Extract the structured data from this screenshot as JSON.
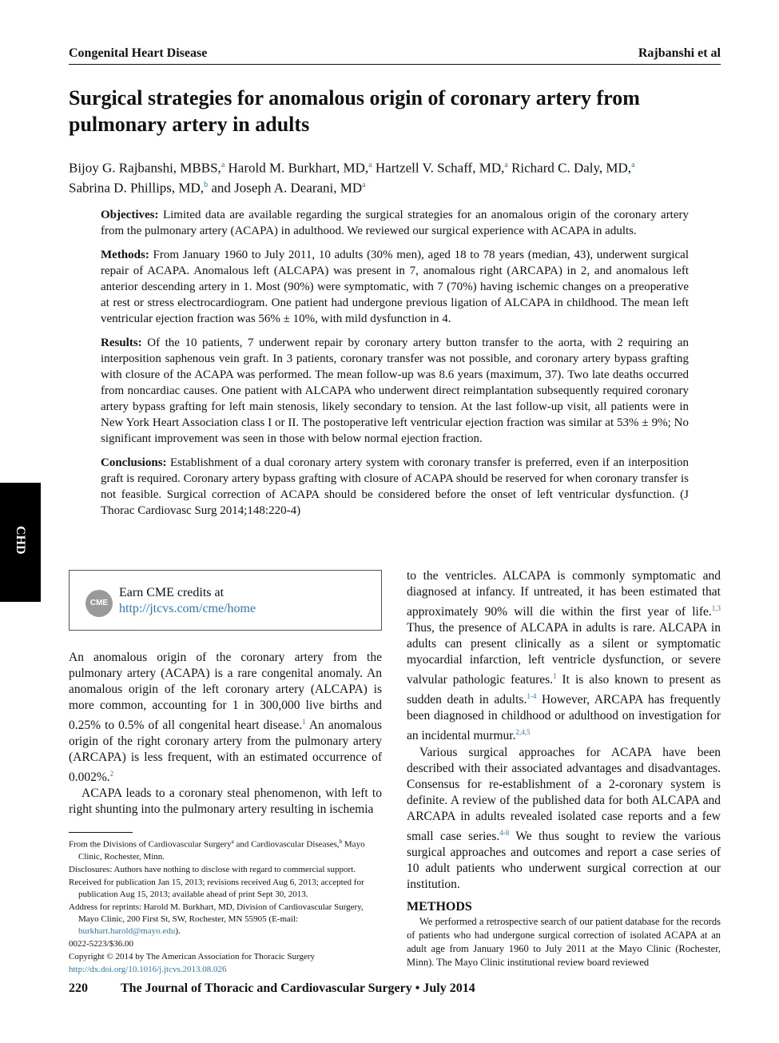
{
  "header": {
    "section": "Congenital Heart Disease",
    "author_short": "Rajbanshi et al"
  },
  "article": {
    "title": "Surgical strategies for anomalous origin of coronary artery from pulmonary artery in adults",
    "authors": [
      {
        "name": "Bijoy G. Rajbanshi, MBBS,",
        "aff": "a"
      },
      {
        "name": "Harold M. Burkhart, MD,",
        "aff": "a"
      },
      {
        "name": "Hartzell V. Schaff, MD,",
        "aff": "a"
      },
      {
        "name": "Richard C. Daly, MD,",
        "aff": "a"
      },
      {
        "name": "Sabrina D. Phillips, MD,",
        "aff": "b"
      },
      {
        "name": "and Joseph A. Dearani, MD",
        "aff": "a"
      }
    ]
  },
  "abstract": {
    "objectives_label": "Objectives:",
    "objectives": "Limited data are available regarding the surgical strategies for an anomalous origin of the coronary artery from the pulmonary artery (ACAPA) in adulthood. We reviewed our surgical experience with ACAPA in adults.",
    "methods_label": "Methods:",
    "methods": "From January 1960 to July 2011, 10 adults (30% men), aged 18 to 78 years (median, 43), underwent surgical repair of ACAPA. Anomalous left (ALCAPA) was present in 7, anomalous right (ARCAPA) in 2, and anomalous left anterior descending artery in 1. Most (90%) were symptomatic, with 7 (70%) having ischemic changes on a preoperative at rest or stress electrocardiogram. One patient had undergone previous ligation of ALCAPA in childhood. The mean left ventricular ejection fraction was 56% ± 10%, with mild dysfunction in 4.",
    "results_label": "Results:",
    "results": "Of the 10 patients, 7 underwent repair by coronary artery button transfer to the aorta, with 2 requiring an interposition saphenous vein graft. In 3 patients, coronary transfer was not possible, and coronary artery bypass grafting with closure of the ACAPA was performed. The mean follow-up was 8.6 years (maximum, 37). Two late deaths occurred from noncardiac causes. One patient with ALCAPA who underwent direct reimplantation subsequently required coronary artery bypass grafting for left main stenosis, likely secondary to tension. At the last follow-up visit, all patients were in New York Heart Association class I or II. The postoperative left ventricular ejection fraction was similar at 53% ± 9%; No significant improvement was seen in those with below normal ejection fraction.",
    "conclusions_label": "Conclusions:",
    "conclusions": "Establishment of a dual coronary artery system with coronary transfer is preferred, even if an interposition graft is required. Coronary artery bypass grafting with closure of ACAPA should be reserved for when coronary transfer is not feasible. Surgical correction of ACAPA should be considered before the onset of left ventricular dysfunction. (J Thorac Cardiovasc Surg 2014;148:220-4)"
  },
  "side_tab": "CHD",
  "cme": {
    "badge": "CME",
    "line1": "Earn CME credits at",
    "link": "http://jtcvs.com/cme/home"
  },
  "body": {
    "left_p1": {
      "a": "An anomalous origin of the coronary artery from the pulmonary artery (ACAPA) is a rare congenital anomaly. An anomalous origin of the left coronary artery (ALCAPA) is more common, accounting for 1 in 300,000 live births and 0.25% to 0.5% of all congenital heart disease.",
      "ref1": "1",
      "b": " An anomalous origin of the right coronary artery from the pulmonary artery (ARCAPA) is less frequent, with an estimated occurrence of 0.002%.",
      "ref2": "2"
    },
    "left_p2": "ACAPA leads to a coronary steal phenomenon, with left to right shunting into the pulmonary artery resulting in ischemia",
    "right_p1": {
      "a": "to the ventricles. ALCAPA is commonly symptomatic and diagnosed at infancy. If untreated, it has been estimated that approximately 90% will die within the first year of life.",
      "ref1": "1,3",
      "b": " Thus, the presence of ALCAPA in adults is rare. ALCAPA in adults can present clinically as a silent or symptomatic myocardial infarction, left ventricle dysfunction, or severe valvular pathologic features.",
      "ref2": "1",
      "c": " It is also known to present as sudden death in adults.",
      "ref3": "1-4",
      "d": " However, ARCAPA has frequently been diagnosed in childhood or adulthood on investigation for an incidental murmur.",
      "ref4": "2,4,5"
    },
    "right_p2": {
      "a": "Various surgical approaches for ACAPA have been described with their associated advantages and disadvantages. Consensus for re-establishment of a 2-coronary system is definite. A review of the published data for both ALCAPA and ARCAPA in adults revealed isolated case reports and a few small case series.",
      "ref1": "4-8",
      "b": " We thus sought to review the various surgical approaches and outcomes and report a case series of 10 adult patients who underwent surgical correction at our institution."
    },
    "methods_heading": "METHODS",
    "methods_text": "We performed a retrospective search of our patient database for the records of patients who had undergone surgical correction of isolated ACAPA at an adult age from January 1960 to July 2011 at the Mayo Clinic (Rochester, Minn). The Mayo Clinic institutional review board reviewed"
  },
  "footnotes": {
    "from_a": "From the Divisions of Cardiovascular Surgery",
    "from_sup_a": "a",
    "from_b": " and Cardiovascular Diseases,",
    "from_sup_b": "b",
    "from_c": " Mayo Clinic, Rochester, Minn.",
    "disclosures": "Disclosures: Authors have nothing to disclose with regard to commercial support.",
    "received": "Received for publication Jan 15, 2013; revisions received Aug 6, 2013; accepted for publication Aug 15, 2013; available ahead of print Sept 30, 2013.",
    "reprints": "Address for reprints: Harold M. Burkhart, MD, Division of Cardiovascular Surgery, Mayo Clinic, 200 First St, SW, Rochester, MN 55905 (E-mail: ",
    "email": "burkhart.harold@mayo.edu",
    "reprints_end": ").",
    "issn": "0022-5223/$36.00",
    "copyright": "Copyright © 2014 by The American Association for Thoracic Surgery",
    "doi": "http://dx.doi.org/10.1016/j.jtcvs.2013.08.026"
  },
  "footer": {
    "page": "220",
    "journal": "The Journal of Thoracic and Cardiovascular Surgery • July 2014"
  }
}
